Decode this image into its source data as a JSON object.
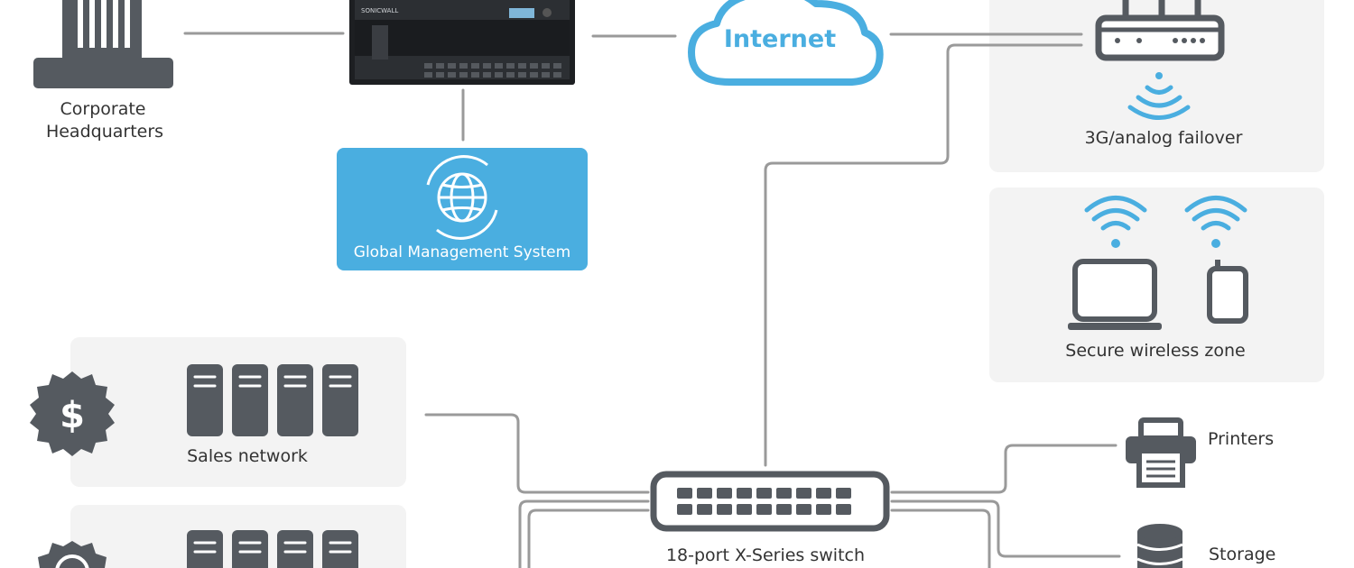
{
  "labels": {
    "hq": [
      "Corporate",
      "Headquarters"
    ],
    "internet": "Internet",
    "gms": "Global Management System",
    "failover": "3G/analog failover",
    "wireless": "Secure wireless zone",
    "sales": "Sales network",
    "printers": "Printers",
    "storage": "Storage",
    "switch": "18-port X-Series switch",
    "device_brand": "SONICWALL"
  },
  "colors": {
    "line": "#9a9a9a",
    "icon": "#555a60",
    "accent": "#4aaee0",
    "panel": "#f3f3f3"
  },
  "icons": {
    "hq": "building-icon",
    "firewall": "firewall-appliance-icon",
    "internet": "cloud-icon",
    "router": "router-icon",
    "gms": "globe-icon",
    "sales": "dollar-badge-icon",
    "engineering": "gear-badge-icon",
    "printer": "printer-icon",
    "storage": "database-icon",
    "laptop": "laptop-icon",
    "phone": "phone-icon",
    "wifi": "wifi-icon"
  }
}
